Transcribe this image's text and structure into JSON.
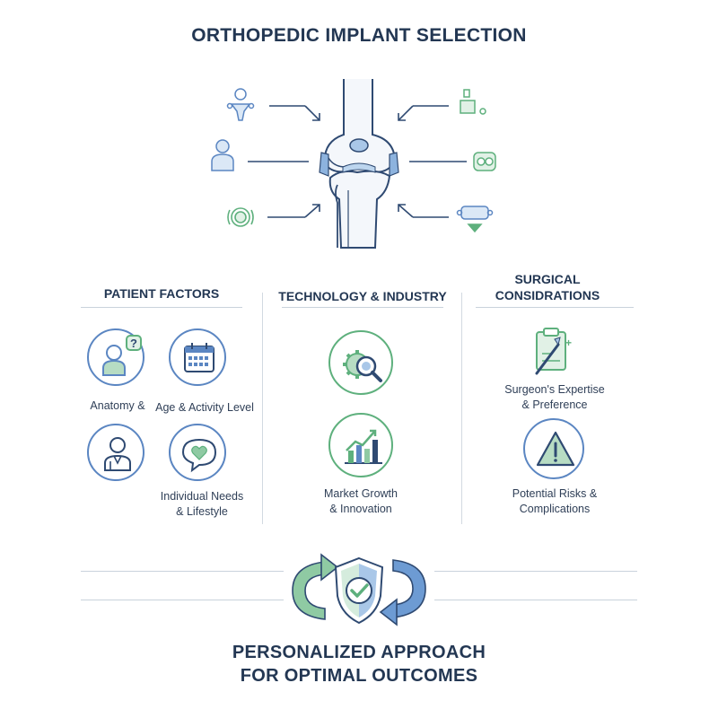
{
  "title": "ORTHOPEDIC IMPLANT SELECTION",
  "columns": {
    "patient": {
      "header": "PATIENT FACTORS",
      "items": [
        {
          "label": "Anatomy &",
          "icon": "person-question-icon"
        },
        {
          "label": "Age & Activity Level",
          "icon": "calendar-icon"
        },
        {
          "label": "",
          "icon": "doctor-icon"
        },
        {
          "label_line1": "Individual Needs",
          "label_line2": "& Lifestyle",
          "icon": "heart-speech-icon"
        }
      ]
    },
    "technology": {
      "header": "TECHNOLOGY & INDUSTRY",
      "items": [
        {
          "label": "",
          "icon": "gear-magnifier-icon"
        },
        {
          "label_line1": "Market Growth",
          "label_line2": "& Innovation",
          "icon": "bar-growth-icon"
        }
      ]
    },
    "surgical": {
      "header_line1": "SURGICAL",
      "header_line2": "CONSIDRATIONS",
      "items": [
        {
          "label_line1": "Surgeon's Expertise",
          "label_line2": "& Preference",
          "icon": "clipboard-scalpel-icon"
        },
        {
          "label_line1": "Potential Risks &",
          "label_line2": "Complications",
          "icon": "warning-icon"
        }
      ]
    }
  },
  "footer": {
    "line1": "PERSONALIZED APPROACH",
    "line2": "FOR OPTIMAL OUTCOMES",
    "icon": "shield-check-cycle-icon"
  },
  "colors": {
    "navy": "#233753",
    "blue": "#5b86c2",
    "green": "#5eb07d",
    "lightblue": "#dbe8f6",
    "lightgreen": "#e1f1e6"
  }
}
